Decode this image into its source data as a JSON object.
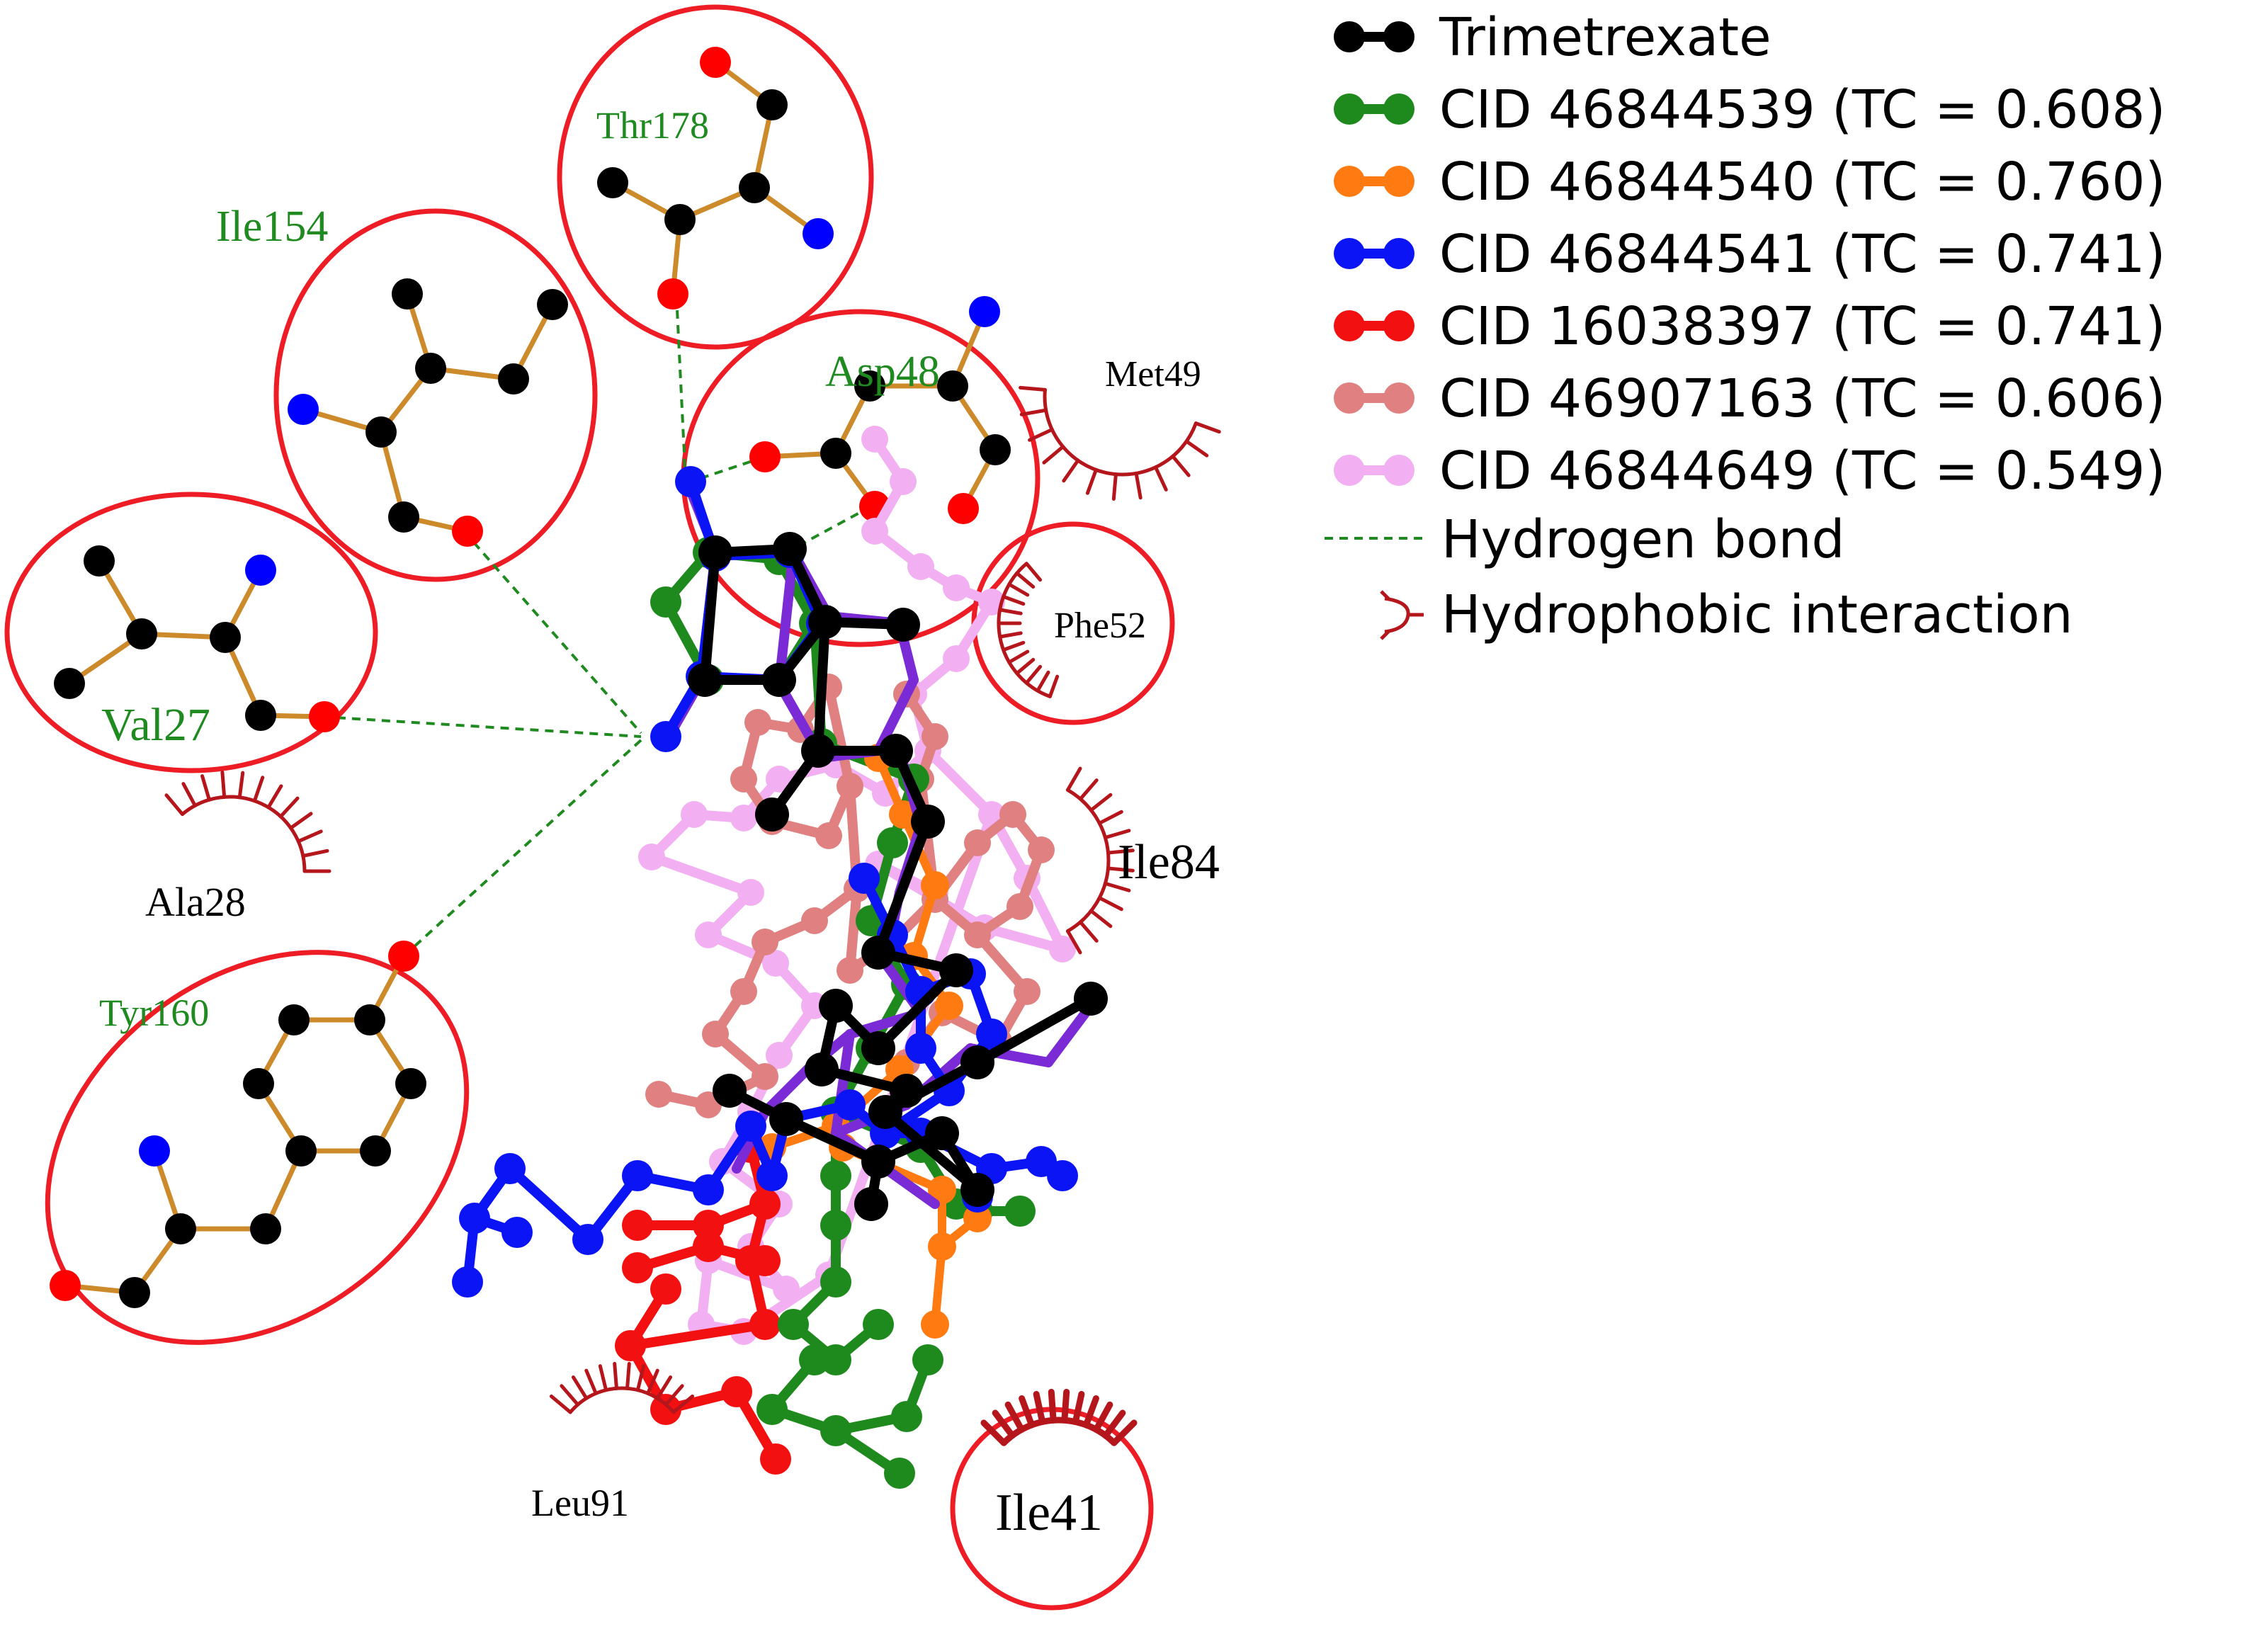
{
  "colors": {
    "carbon": "#000000",
    "nitrogen": "#0000ff",
    "oxygen": "#ff0000",
    "residue_bond": "#cc8a2a",
    "hbond": "#1f8a1f",
    "hydrophobic": "#b5161b",
    "highlight_circle": "#ee1c24",
    "green_label": "#1f8a1f",
    "overlay_purple": "#7a2bd6"
  },
  "residues": {
    "thr178": "Thr178",
    "ile154": "Ile154",
    "asp48": "Asp48",
    "val27": "Val27",
    "tyr160": "Tyr160",
    "met49": "Met49",
    "phe52": "Phe52",
    "ile84": "Ile84",
    "ala28": "Ala28",
    "leu91": "Leu91",
    "ile41": "Ile41"
  },
  "legend": {
    "items": [
      {
        "label": "Trimetrexate",
        "color": "#000000"
      },
      {
        "label": "CID 46844539 (TC = 0.608)",
        "color": "#1e8a1e"
      },
      {
        "label": "CID 46844540 (TC = 0.760)",
        "color": "#ff7a10"
      },
      {
        "label": "CID 46844541 (TC = 0.741)",
        "color": "#0a14f5"
      },
      {
        "label": "CID 16038397 (TC = 0.741)",
        "color": "#f21010"
      },
      {
        "label": "CID 46907163 (TC = 0.606)",
        "color": "#e08080"
      },
      {
        "label": "CID 46844649 (TC = 0.549)",
        "color": "#f2b0f2"
      }
    ],
    "hbond_label": "Hydrogen bond",
    "hydrophobic_label": "Hydrophobic interaction"
  }
}
